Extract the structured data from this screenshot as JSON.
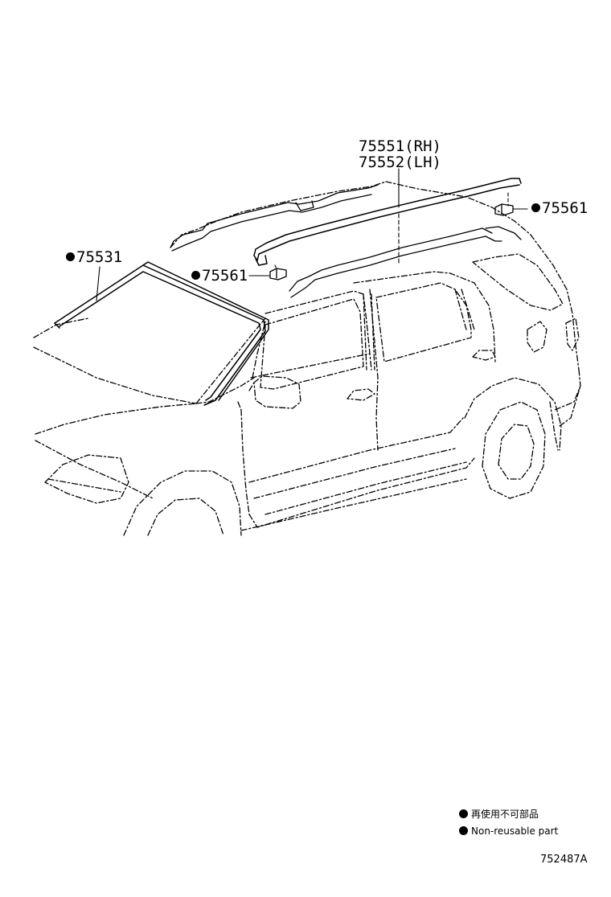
{
  "callouts": {
    "rail_rh": "75551(RH)",
    "rail_lh": "75552(LH)",
    "clip_right": "75561",
    "clip_left": "75561",
    "windshield_molding": "75531"
  },
  "legend": {
    "jp": "再使用不可部品",
    "en": "Non-reusable part"
  },
  "drawing_code": "752487A",
  "colors": {
    "line": "#000000",
    "background": "#ffffff"
  },
  "icons": {
    "non_reusable_marker": "filled-circle"
  }
}
